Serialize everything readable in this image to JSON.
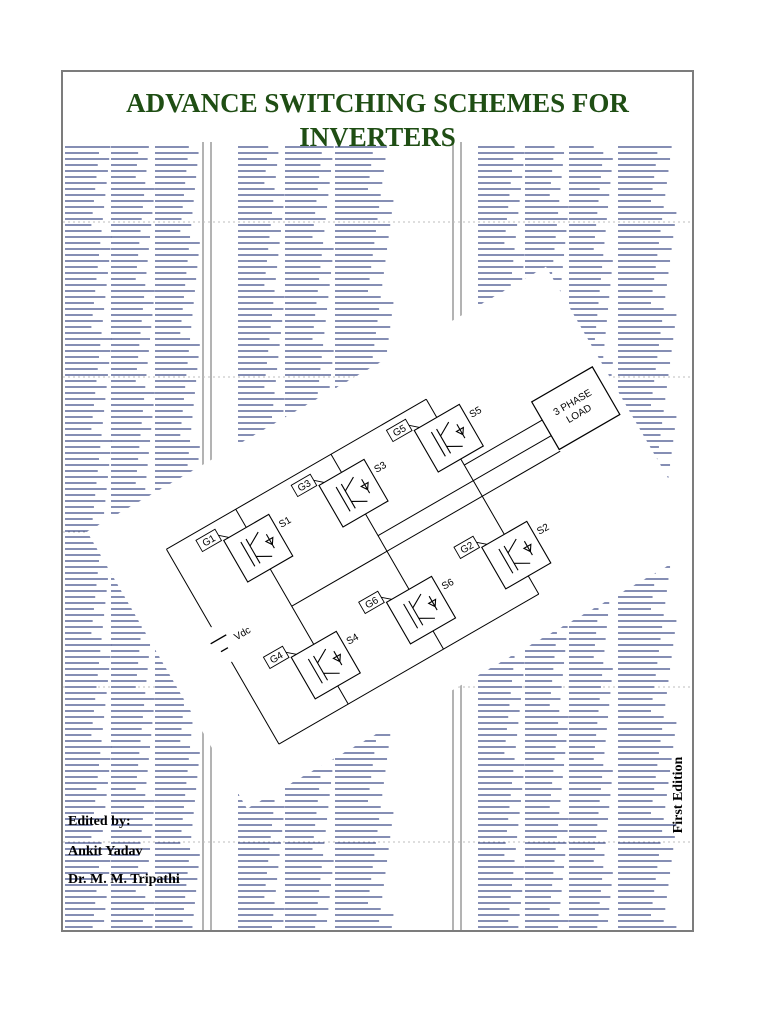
{
  "title_line1": "ADVANCE SWITCHING SCHEMES FOR",
  "title_line2": "INVERTERS",
  "title_color": "#1f4e14",
  "circuit": {
    "load_label_line1": "3 PHASE",
    "load_label_line2": "LOAD",
    "source_label": "Vdc",
    "switches": [
      {
        "gate": "G1",
        "name": "S1"
      },
      {
        "gate": "G3",
        "name": "S3"
      },
      {
        "gate": "G5",
        "name": "S5"
      },
      {
        "gate": "G4",
        "name": "S4"
      },
      {
        "gate": "G6",
        "name": "S6"
      },
      {
        "gate": "G2",
        "name": "S2"
      }
    ]
  },
  "edited_by_label": "Edited by:",
  "editor1": "Ankit Yadav",
  "editor2": "Dr. M. M. Tripathi",
  "edition": "First Edition",
  "waveform_color": "#3c4a86"
}
